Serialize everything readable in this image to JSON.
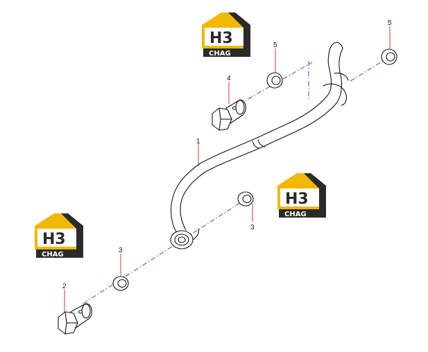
{
  "colors": {
    "background": "#ffffff",
    "line": "#111111",
    "centerline": "#2f2fd0",
    "leader": "#d02020",
    "logo_yellow": "#f0b800",
    "logo_dark": "#2a2a2a",
    "logo_white": "#ffffff"
  },
  "logos": [
    {
      "name": "watermark-logo-top",
      "big": "H3",
      "small": "CHAG"
    },
    {
      "name": "watermark-logo-right",
      "big": "H3",
      "small": "CHAG"
    },
    {
      "name": "watermark-logo-left",
      "big": "H3",
      "small": "CHAG"
    }
  ],
  "callouts": [
    {
      "label": "1",
      "part": "pipe"
    },
    {
      "label": "2",
      "part": "banjo-bolt-lower"
    },
    {
      "label": "3",
      "part": "sealing-washer-lower"
    },
    {
      "label": "3",
      "part": "sealing-washer-middle"
    },
    {
      "label": "4",
      "part": "banjo-bolt-upper"
    },
    {
      "label": "5",
      "part": "sealing-washer-upper"
    },
    {
      "label": "5",
      "part": "sealing-washer-upper-right"
    }
  ]
}
